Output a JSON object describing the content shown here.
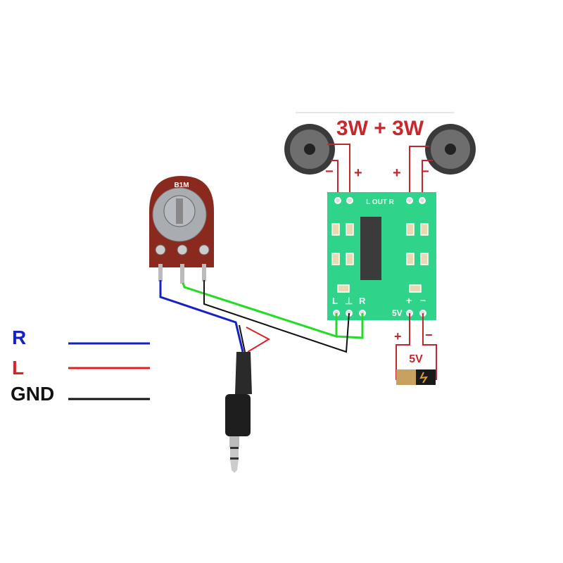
{
  "legend": [
    {
      "label": "R",
      "color": "#1520c8"
    },
    {
      "label": "L",
      "color": "#e02020"
    },
    {
      "label": "GND",
      "color": "#111111"
    }
  ],
  "power_title": "3W + 3W",
  "speaker_left": {
    "minus": "−",
    "plus": "+"
  },
  "speaker_right": {
    "plus": "+",
    "minus": "−"
  },
  "board": {
    "out_label": "L OUT R",
    "in_l": "L",
    "in_gnd": "⊥",
    "in_r": "R",
    "vcc": "5V",
    "vcc_plus": "+",
    "vcc_minus": "−"
  },
  "battery": {
    "label": "5V",
    "plus": "+",
    "minus": "−"
  },
  "potentiometer": {
    "label": "B1M"
  },
  "colors": {
    "board": "#2fd48a",
    "wire_red": "#c0282c",
    "wire_green": "#22dd22",
    "wire_blue": "#1520c8",
    "pot_body": "#8a2a1e"
  }
}
